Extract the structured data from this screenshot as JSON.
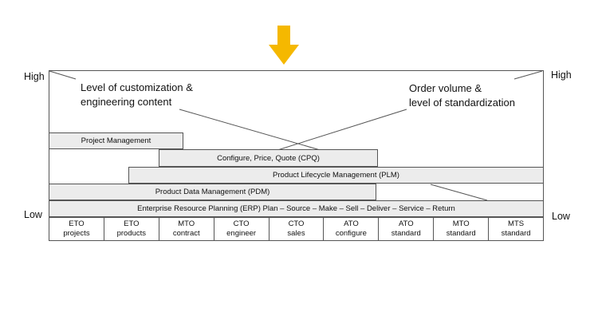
{
  "corners": {
    "top_left": "High",
    "top_right": "High",
    "bottom_left": "Low",
    "bottom_right": "Low"
  },
  "labels": {
    "customization": [
      "Level of customization &",
      "engineering content"
    ],
    "volume": [
      "Order volume &",
      "level of standardization"
    ]
  },
  "bars": {
    "project_management": "Project Management",
    "cpq": "Configure, Price, Quote (CPQ)",
    "plm": "Product Lifecycle Management (PLM)",
    "pdm": "Product Data Management (PDM)",
    "erp": "Enterprise Resource Planning (ERP) Plan – Source – Make – Sell – Deliver – Service – Return"
  },
  "cells": [
    {
      "line1": "ETO",
      "line2": "projects"
    },
    {
      "line1": "ETO",
      "line2": "products"
    },
    {
      "line1": "MTO",
      "line2": "contract"
    },
    {
      "line1": "CTO",
      "line2": "engineer"
    },
    {
      "line1": "CTO",
      "line2": "sales"
    },
    {
      "line1": "ATO",
      "line2": "configure"
    },
    {
      "line1": "ATO",
      "line2": "standard"
    },
    {
      "line1": "MTO",
      "line2": "standard"
    },
    {
      "line1": "MTS",
      "line2": "standard"
    }
  ],
  "colors": {
    "arrow": "#F5B800",
    "bar_fill": "#ECECEC",
    "border": "#555555"
  },
  "icons": {
    "top_arrow": "arrow-down-icon"
  }
}
